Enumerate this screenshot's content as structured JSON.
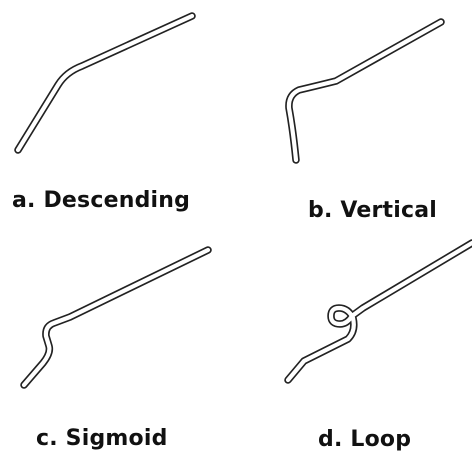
{
  "panels": [
    {
      "id": "a",
      "caption": "a. Descending",
      "shape": "descending"
    },
    {
      "id": "b",
      "caption": "b. Vertical",
      "shape": "vertical"
    },
    {
      "id": "c",
      "caption": "c. Sigmoid",
      "shape": "sigmoid"
    },
    {
      "id": "d",
      "caption": "d. Loop",
      "shape": "loop"
    }
  ],
  "colors": {
    "outline": "#222222",
    "fill": "#ffffff",
    "caption_text": "#111111"
  }
}
